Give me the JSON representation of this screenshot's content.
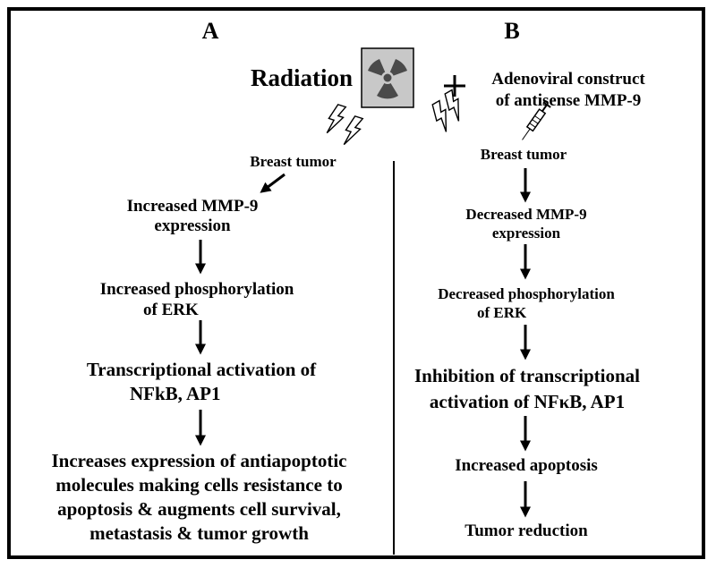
{
  "panels": {
    "a_label": "A",
    "b_label": "B"
  },
  "header": {
    "radiation": "Radiation",
    "plus": "+",
    "construct_line1": "Adenoviral construct",
    "construct_line2": "of antisense MMP-9"
  },
  "pathway_a": {
    "start": "Breast tumor",
    "step1_line1": "Increased MMP-9",
    "step1_line2": "expression",
    "step2_line1": "Increased phosphorylation",
    "step2_line2": "of ERK",
    "step3_line1": "Transcriptional activation of",
    "step3_line2": "NFkB, AP1",
    "step4_line1": "Increases expression of antiapoptotic",
    "step4_line2": "molecules making cells resistance to",
    "step4_line3": "apoptosis & augments cell survival,",
    "step4_line4": "metastasis & tumor growth"
  },
  "pathway_b": {
    "start": "Breast tumor",
    "step1_line1": "Decreased MMP-9",
    "step1_line2": "expression",
    "step2_line1": "Decreased phosphorylation",
    "step2_line2": "of ERK",
    "step3_line1": "Inhibition of transcriptional",
    "step3_line2": "activation of NFκB, AP1",
    "step4": "Increased  apoptosis",
    "step5": "Tumor reduction"
  },
  "icons": [
    "radiation-hazard-icon",
    "lightning-bolt-icon",
    "syringe-icon",
    "down-arrow-icon"
  ]
}
